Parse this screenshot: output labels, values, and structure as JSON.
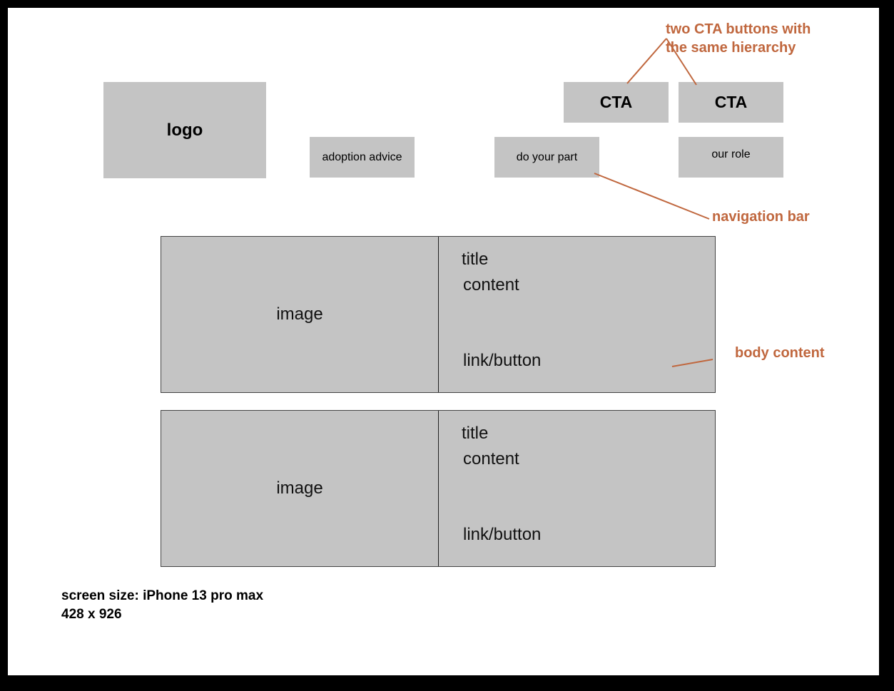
{
  "header": {
    "logo": "logo",
    "cta_buttons": [
      "CTA",
      "CTA"
    ],
    "nav_items": [
      "adoption advice",
      "do your part",
      "our role"
    ]
  },
  "body": {
    "cards": [
      {
        "image": "image",
        "title": "title",
        "content": "content",
        "link": "link/button"
      },
      {
        "image": "image",
        "title": "title",
        "content": "content",
        "link": "link/button"
      }
    ]
  },
  "annotations": {
    "cta_line1": "two CTA buttons with",
    "cta_line2": "the same hierarchy",
    "navigation": "navigation bar",
    "body": "body content"
  },
  "footer": {
    "screen_size": "screen size: iPhone 13 pro max",
    "dimensions": "428 x 926"
  },
  "colors": {
    "placeholder": "#c4c4c4",
    "annotation": "#c0673e",
    "background": "#ffffff"
  }
}
